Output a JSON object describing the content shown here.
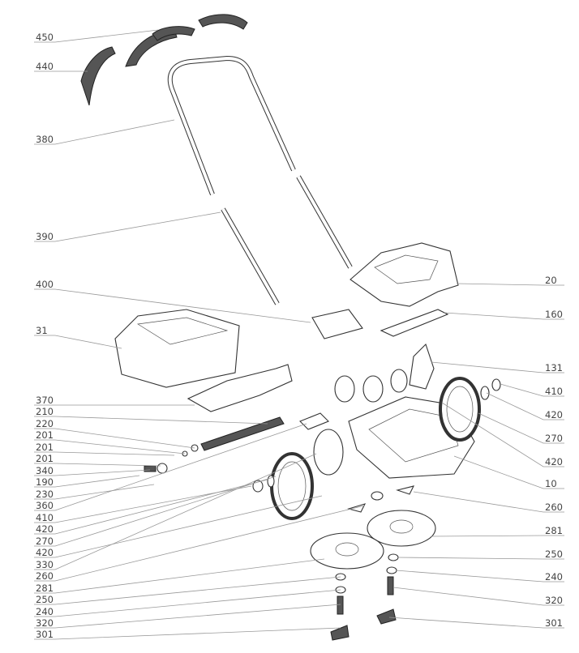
{
  "diagram": {
    "left_labels": [
      "450",
      "440",
      "380",
      "390",
      "400",
      "31",
      "370",
      "210",
      "220",
      "201",
      "201",
      "201",
      "340",
      "190",
      "230",
      "360",
      "410",
      "420",
      "270",
      "420",
      "330",
      "260",
      "281",
      "250",
      "240",
      "320",
      "301"
    ],
    "right_labels": [
      "20",
      "160",
      "131",
      "410",
      "420",
      "270",
      "420",
      "10",
      "260",
      "281",
      "250",
      "240",
      "320",
      "301"
    ]
  }
}
